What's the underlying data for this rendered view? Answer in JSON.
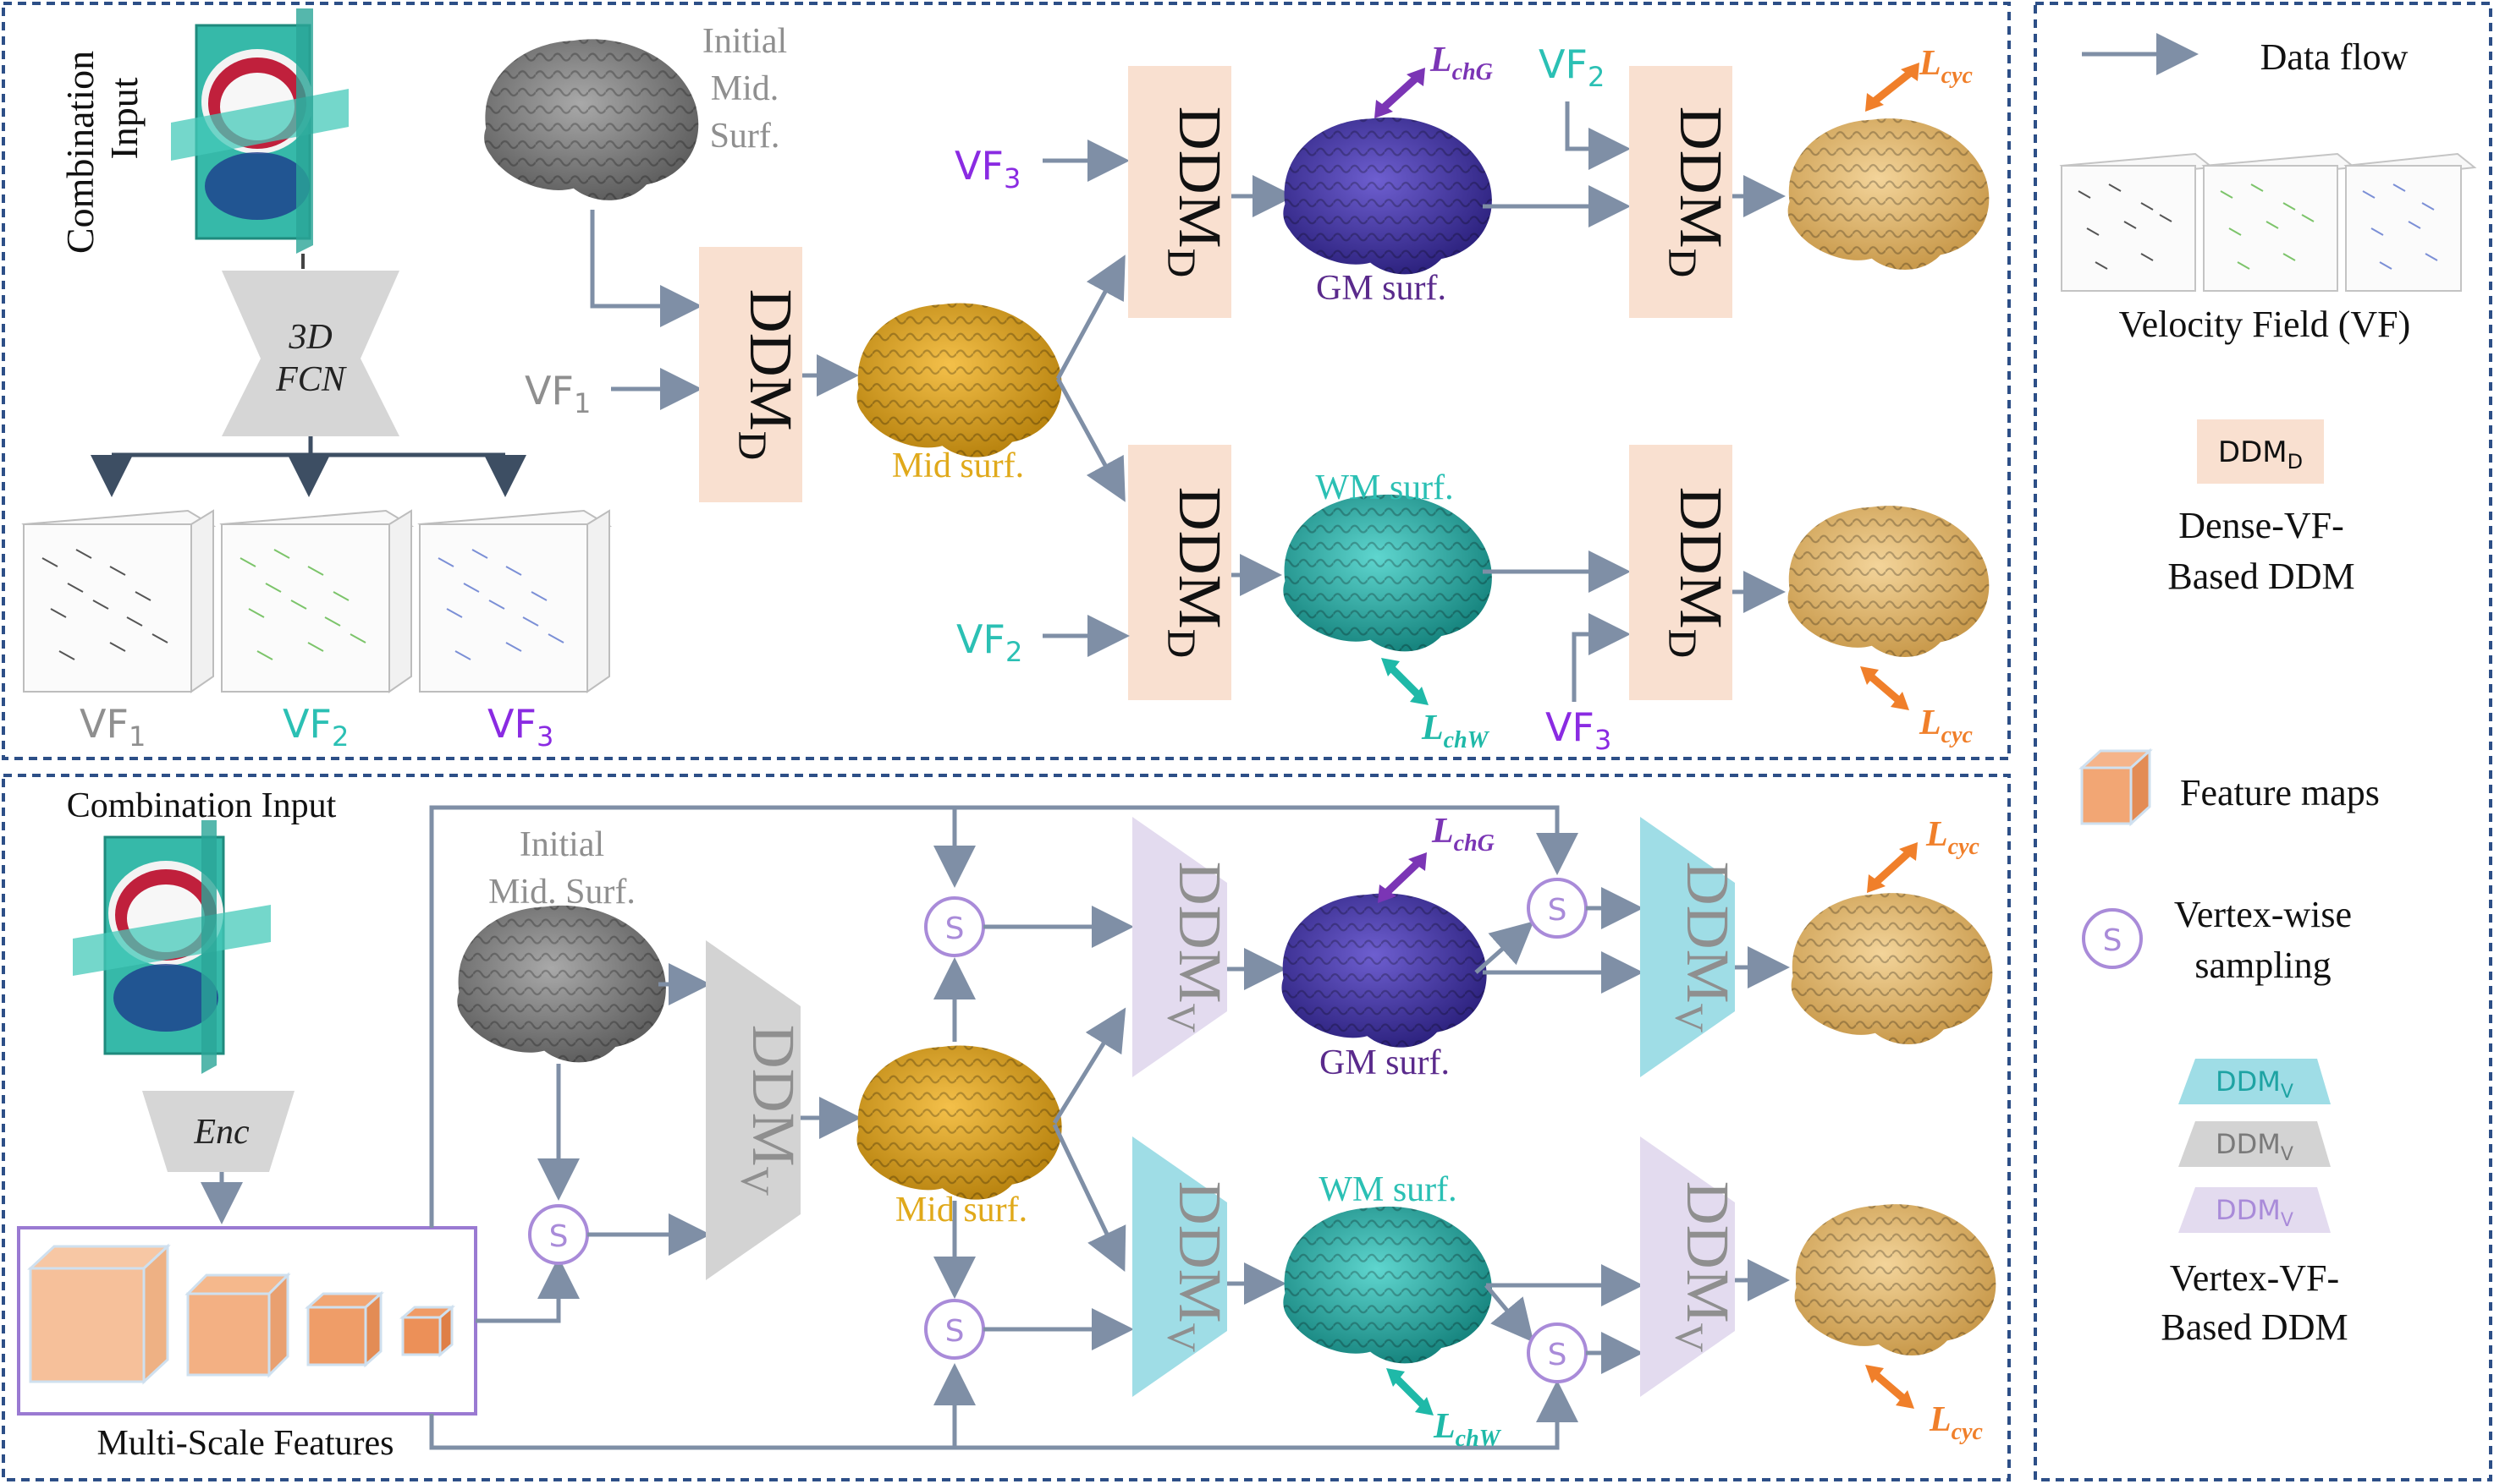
{
  "top": {
    "combination_input": [
      "Combination",
      "Input"
    ],
    "fcn": [
      "3D",
      "FCN"
    ],
    "initial_mid_surf": [
      "Initial",
      "Mid.",
      "Surf."
    ],
    "ddm": "DDM",
    "ddm_sub": "D",
    "vf1": "VF",
    "vf1_sub": "1",
    "vf2": "VF",
    "vf2_sub": "2",
    "vf3": "VF",
    "vf3_sub": "3",
    "mid_surf": "Mid surf.",
    "gm_surf": "GM surf.",
    "wm_surf": "WM surf.",
    "l_chg": "L",
    "l_chg_sub": "chG",
    "l_chw": "L",
    "l_chw_sub": "chW",
    "l_cyc": "L",
    "l_cyc_sub": "cyc"
  },
  "bottom": {
    "combination_input": "Combination Input",
    "enc": "Enc",
    "initial_mid_surf": [
      "Initial",
      "Mid. Surf."
    ],
    "ddm": "DDM",
    "ddm_sub": "V",
    "sampling_symbol": "S",
    "mid_surf": "Mid surf.",
    "gm_surf": "GM surf.",
    "wm_surf": "WM surf.",
    "multi_scale": "Multi-Scale Features"
  },
  "legend": {
    "data_flow": "Data flow",
    "velocity_field": "Velocity Field (VF)",
    "ddm_d_box": "DDM",
    "ddm_d_sub": "D",
    "dense_vf": [
      "Dense-VF-",
      "Based DDM"
    ],
    "feature_maps": "Feature maps",
    "sampling_symbol": "S",
    "vertex_sampling": [
      "Vertex-wise",
      "sampling"
    ],
    "ddm_v": "DDM",
    "ddm_v_sub": "V",
    "vertex_vf": [
      "Vertex-VF-",
      "Based DDM"
    ]
  },
  "colors": {
    "ddm_d": "#f9e0d0",
    "ddm_v_teal": "#9fdde6",
    "ddm_v_gray": "#d3d3d3",
    "ddm_v_lilac": "#e3dbef",
    "arrow": "#7f8fa6",
    "frame": "#2d4f87",
    "gm_surface": "#4a3aa0",
    "wm_surface": "#2ab2ac",
    "mid_surface": "#e4a824",
    "init_surface": "#8b8b8b",
    "output_surface": "#e8bf7a"
  }
}
